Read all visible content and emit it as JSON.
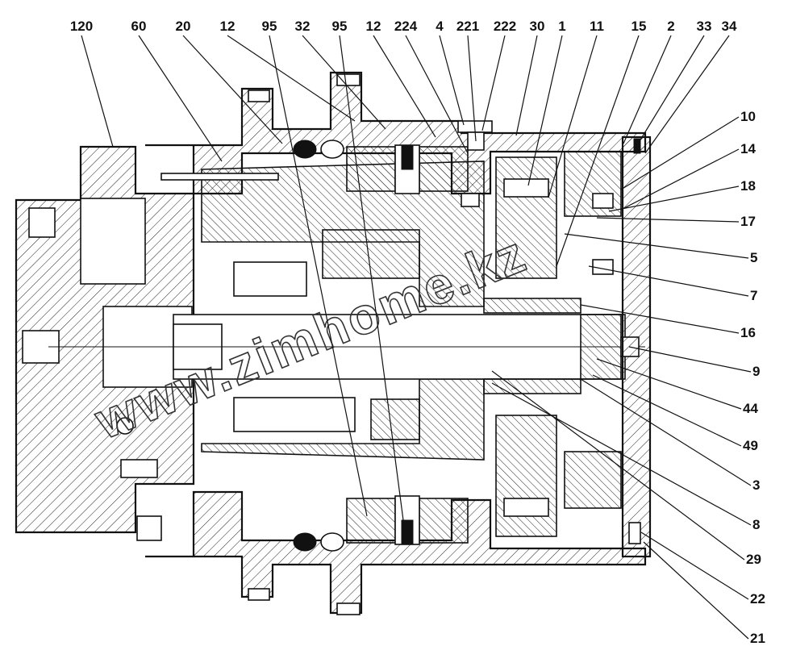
{
  "diagram": {
    "watermark": "www.zimhome.kz",
    "callouts_top": [
      "120",
      "60",
      "20",
      "12",
      "95",
      "32",
      "95",
      "12",
      "224",
      "4",
      "221",
      "222",
      "30",
      "1",
      "11",
      "15",
      "2",
      "33",
      "34"
    ],
    "callouts_right": [
      "10",
      "14",
      "18",
      "17",
      "5",
      "7",
      "16",
      "9",
      "44",
      "49",
      "3",
      "8",
      "29",
      "22",
      "21"
    ]
  }
}
